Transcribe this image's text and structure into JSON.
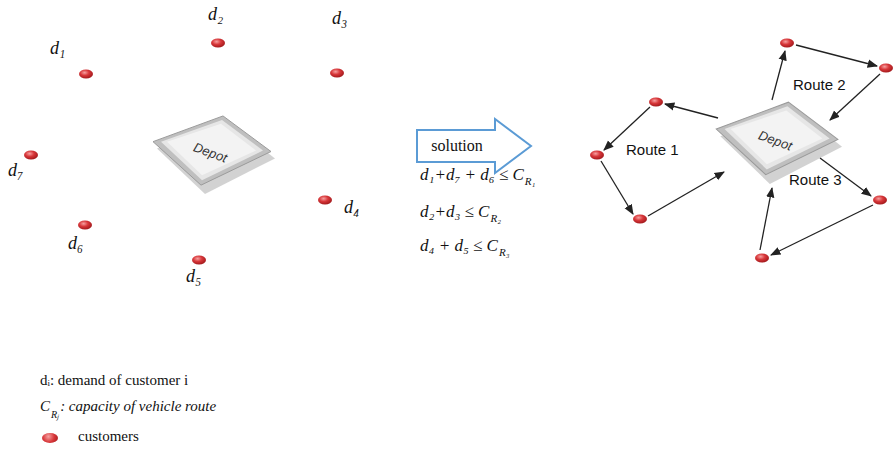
{
  "diagram": {
    "nodes": [
      {
        "text": [
          "Depot"
        ]
      },
      {
        "text": [
          "solution"
        ]
      },
      {
        "text": [
          "Depot"
        ]
      }
    ],
    "labels": [
      "d₂",
      "d₁",
      "d₃",
      "d₇",
      "d₄",
      "d₆",
      "d₅",
      "d₁+d₇ + d₆ ≤ C",
      "R₁",
      "d₂+d₃ ≤ C",
      "R₂",
      "d₄ + d₅ ≤ C",
      "R₃",
      "Route 1",
      "Route 2",
      "Route 3",
      "dᵢ: demand of customer i",
      "C",
      "Rⱼ",
      ": capacity of vehicle route"
    ],
    "legend": [
      {
        "text": "customers",
        "color": "#d8373a"
      }
    ]
  }
}
